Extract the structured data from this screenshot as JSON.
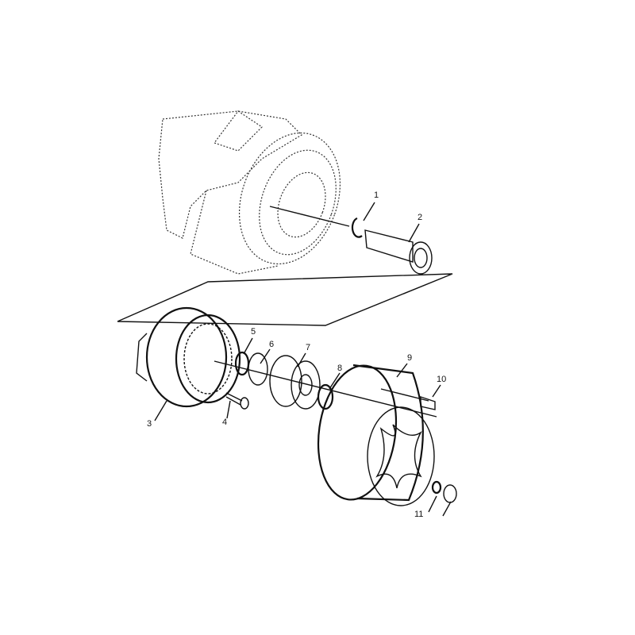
{
  "diagram": {
    "type": "exploded-parts-view",
    "callouts": [
      "1",
      "2",
      "3",
      "4",
      "5",
      "6",
      "7",
      "8",
      "9",
      "10",
      "11"
    ]
  }
}
